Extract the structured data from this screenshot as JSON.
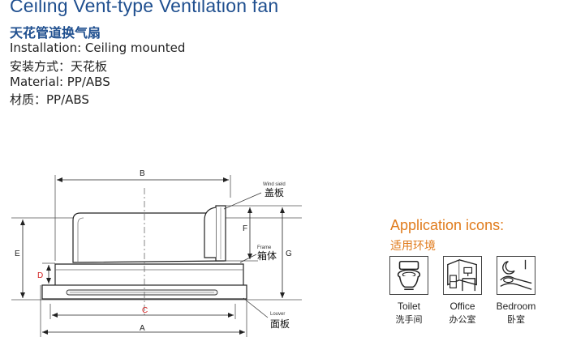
{
  "header": {
    "title": "Ceiling Vent-type Ventilation fan",
    "subtitle": "天花管道换气扇"
  },
  "specs": [
    "Installation: Ceiling mounted",
    "安装方式：天花板",
    "Material: PP/ABS",
    "材质：PP/ABS"
  ],
  "diagram": {
    "dimensions": {
      "a": "A",
      "b": "B",
      "c": "C",
      "d": "D",
      "e": "E",
      "f": "F",
      "g": "G"
    },
    "callouts": {
      "wind_shield_en": "Wind sield",
      "wind_shield_cn": "盖板",
      "frame_en": "Frame",
      "frame_cn": "箱体",
      "louver_en": "Louver",
      "louver_cn": "面板"
    }
  },
  "application": {
    "title": "Application icons:",
    "subtitle": "适用环境",
    "icons": [
      {
        "icon": "toilet-icon",
        "en": "Toilet",
        "cn": "洗手间"
      },
      {
        "icon": "office-icon",
        "en": "Office",
        "cn": "办公室"
      },
      {
        "icon": "bedroom-icon",
        "en": "Bedroom",
        "cn": "卧室"
      }
    ]
  },
  "colors": {
    "title": "#1f4f8f",
    "accent": "#e07b1c",
    "dimension_red": "#d01f1f"
  }
}
